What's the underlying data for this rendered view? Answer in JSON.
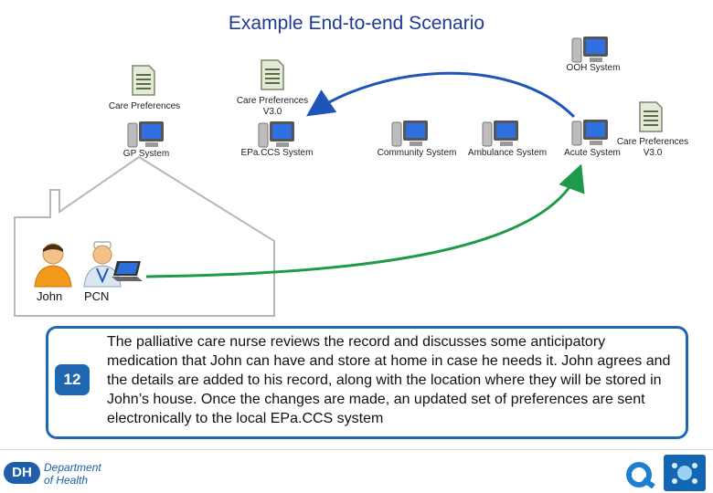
{
  "title": "Example End-to-end Scenario",
  "systems": {
    "ooh": "OOH System",
    "gp": "GP System",
    "epaccs": "EPa.CCS System",
    "community": "Community System",
    "ambulance": "Ambulance System",
    "acute": "Acute System"
  },
  "documents": {
    "gp_doc": "Care Preferences",
    "epaccs_doc_line1": "Care Preferences",
    "epaccs_doc_line2": "V3.0",
    "acute_doc_line1": "Care Preferences",
    "acute_doc_line2": "V3.0"
  },
  "people": {
    "john": "John",
    "pcn": "PCN"
  },
  "step": {
    "number": "12",
    "description": "The palliative care nurse reviews the record and discusses some anticipatory medication that John can have and store at home in case he needs it. John agrees and the details are added to his record, along with the location where they will be stored in John’s house. Once the changes are made, an updated set of preferences are sent electronically to the local EPa.CCS system"
  },
  "footer": {
    "dh_mark": "DH",
    "dh_line1": "Department",
    "dh_line2": "of Health"
  },
  "colors": {
    "blue_arrow": "#1f55b8",
    "green_arrow": "#1f9a4a",
    "accent_blue": "#1f66b3"
  },
  "icons": [
    "document-icon",
    "computer-icon",
    "person-icon",
    "nurse-icon",
    "laptop-icon",
    "house-outline"
  ]
}
